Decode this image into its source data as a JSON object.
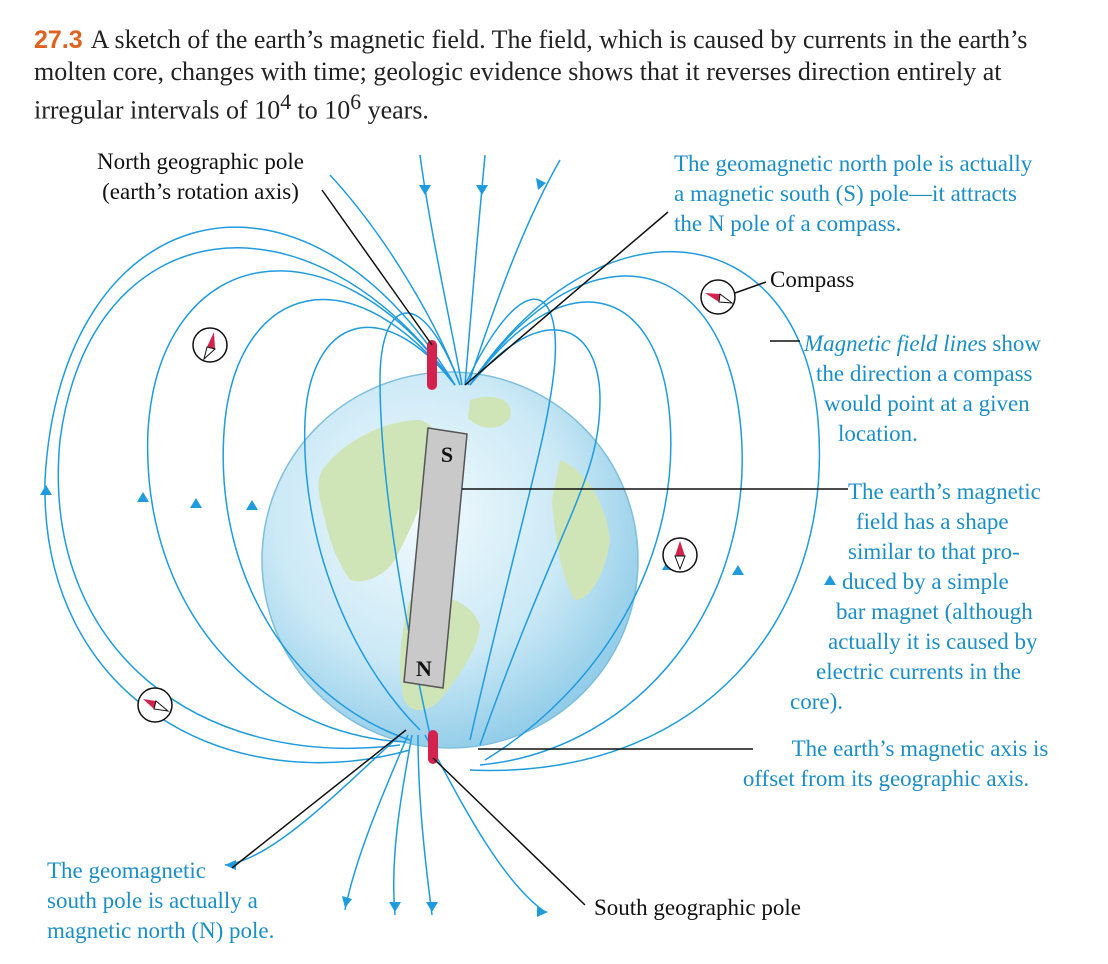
{
  "caption": {
    "number": "27.3",
    "text_before_exp1": "A sketch of the earth’s magnetic field. The field, which is caused by currents in the earth’s molten core, changes with time; geologic evidence shows that it reverses direction entirely at irregular intervals of 10",
    "exp1": "4",
    "text_between": " to 10",
    "exp2": "6",
    "text_after": " years."
  },
  "labels": {
    "north_geo_line1": "North geographic pole",
    "north_geo_line2": "(earth’s rotation axis)",
    "geomag_north_line1": "The geomagnetic north pole is actually",
    "geomag_north_line2": "a magnetic south (S) pole—it attracts",
    "geomag_north_line3": "the N pole of a compass.",
    "compass": "Compass",
    "field_lines_italic": "Magnetic field line",
    "field_lines_rest1": "s show",
    "field_lines_line2": "the direction a compass",
    "field_lines_line3": "would point at a given",
    "field_lines_line4": "location.",
    "shape_lines": [
      "The earth’s magnetic",
      "field has a shape",
      "similar to that pro-",
      "duced by a simple",
      "bar magnet (although",
      "actually it is caused by",
      "electric currents in the",
      "core)."
    ],
    "axis_offset_line1": "The earth’s magnetic axis is",
    "axis_offset_line2": "offset from its geographic axis.",
    "geomag_south_line1": "The geomagnetic",
    "geomag_south_line2": "south pole is actually a",
    "geomag_south_line3": "magnetic north (N) pole.",
    "south_geo": "South geographic pole",
    "magnet_s": "S",
    "magnet_n": "N"
  },
  "colors": {
    "caption_number": "#e2611c",
    "callout_text": "#1b8ec9",
    "field_lines": "#1f9be0",
    "pole_markers": "#d3224e",
    "magnet": "#c9c9c9",
    "earth": "#bfe3f4",
    "land": "#cfe5b8"
  }
}
